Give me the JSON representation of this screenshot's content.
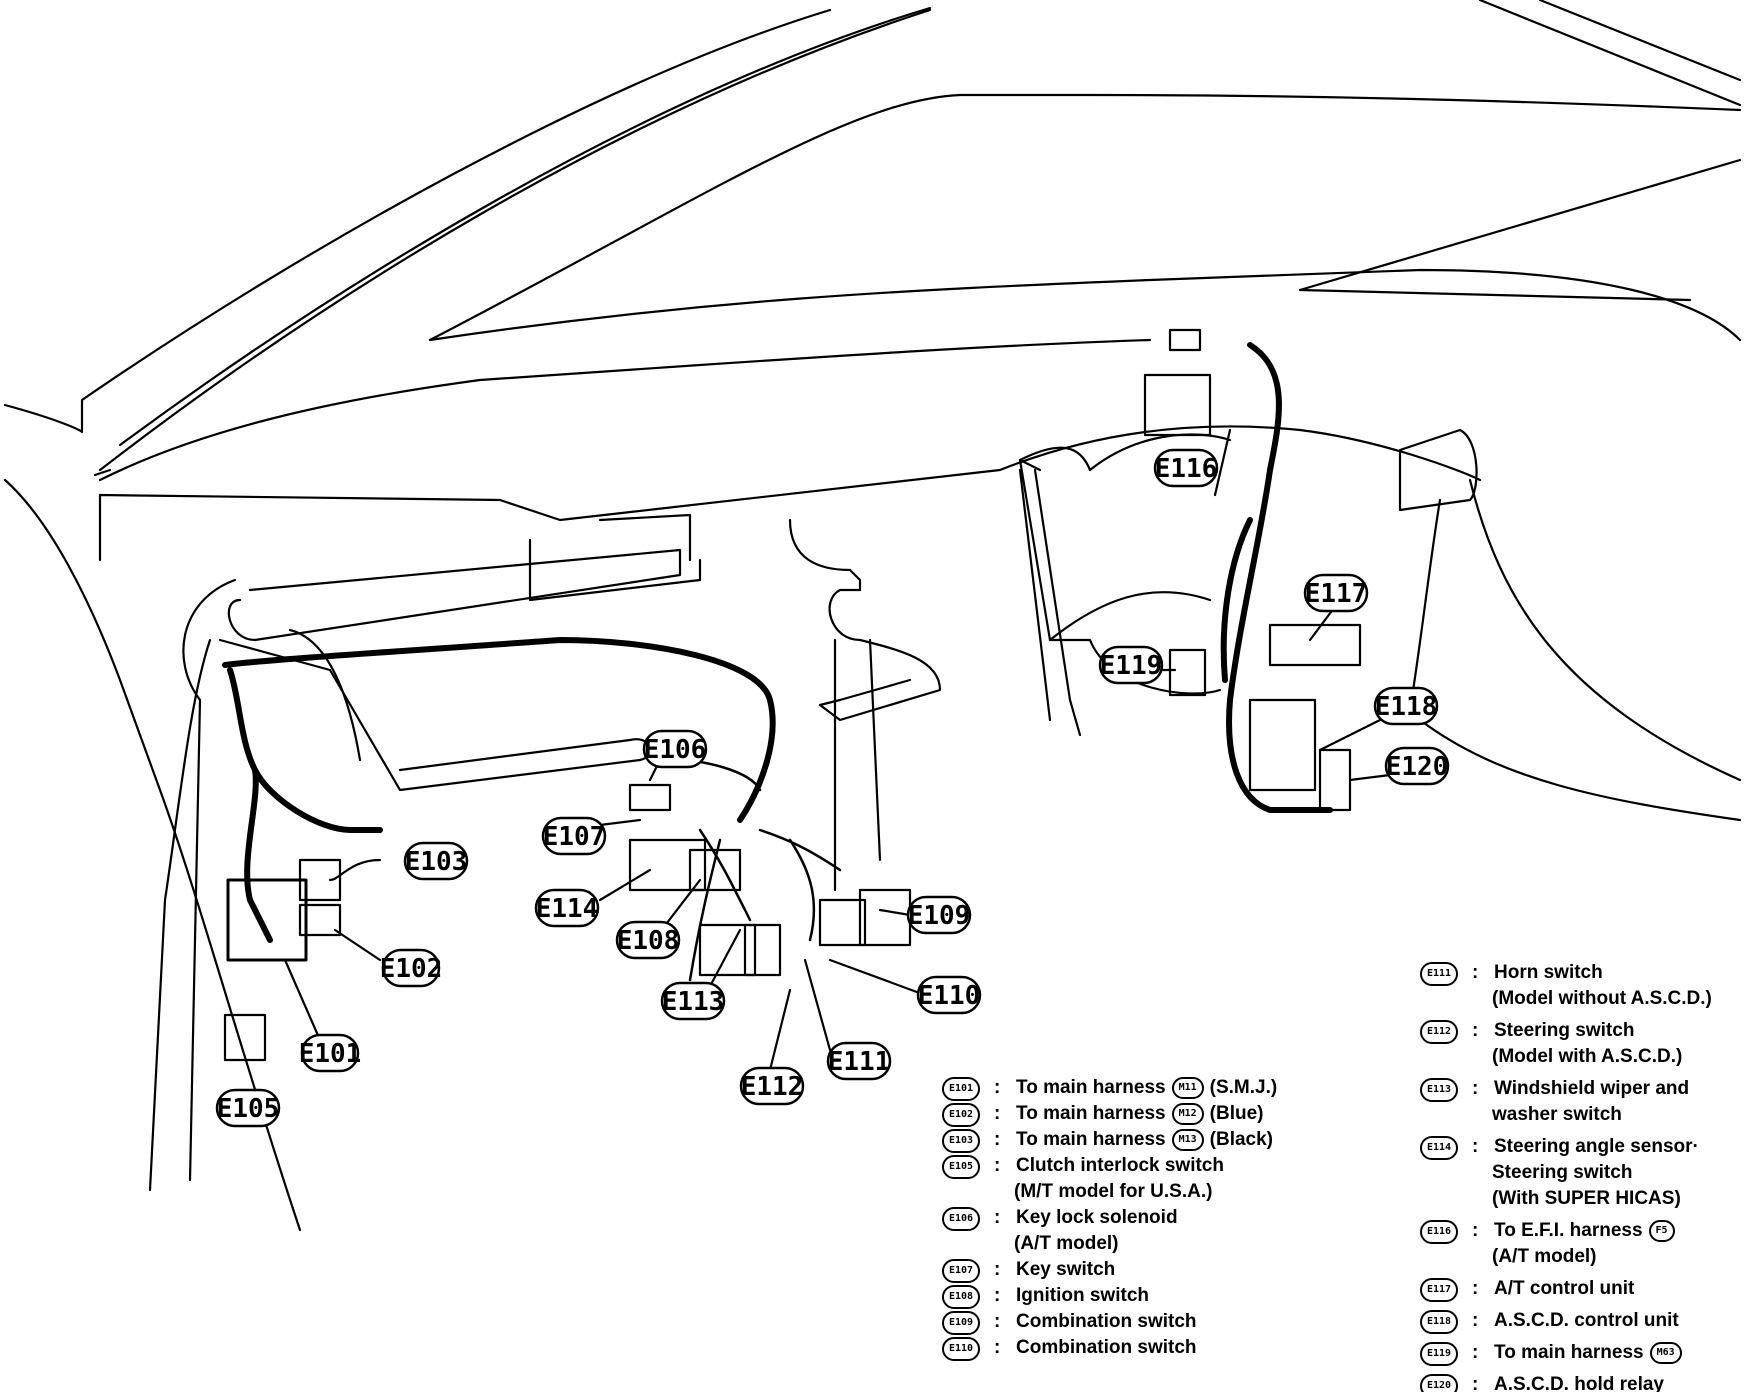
{
  "callouts": {
    "e101": "E101",
    "e102": "E102",
    "e103": "E103",
    "e105": "E105",
    "e106": "E106",
    "e107": "E107",
    "e108": "E108",
    "e109": "E109",
    "e110": "E110",
    "e111": "E111",
    "e112": "E112",
    "e113": "E113",
    "e114": "E114",
    "e116": "E116",
    "e117": "E117",
    "e118": "E118",
    "e119": "E119",
    "e120": "E120"
  },
  "legend_left": [
    {
      "code": "E101",
      "lines": [
        "To main harness",
        "(S.M.J.)"
      ],
      "ref": "M11"
    },
    {
      "code": "E102",
      "lines": [
        "To main harness",
        "(Blue)"
      ],
      "ref": "M12"
    },
    {
      "code": "E103",
      "lines": [
        "To main harness",
        "(Black)"
      ],
      "ref": "M13"
    },
    {
      "code": "E105",
      "lines": [
        "Clutch interlock switch",
        "(M/T model for U.S.A.)"
      ]
    },
    {
      "code": "E106",
      "lines": [
        "Key lock solenoid",
        "(A/T model)"
      ]
    },
    {
      "code": "E107",
      "lines": [
        "Key switch"
      ]
    },
    {
      "code": "E108",
      "lines": [
        "Ignition switch"
      ]
    },
    {
      "code": "E109",
      "lines": [
        "Combination switch"
      ]
    },
    {
      "code": "E110",
      "lines": [
        "Combination switch"
      ]
    }
  ],
  "legend_right": [
    {
      "code": "E111",
      "lines": [
        "Horn switch",
        "(Model without A.S.C.D.)"
      ]
    },
    {
      "code": "E112",
      "lines": [
        "Steering switch",
        "(Model with A.S.C.D.)"
      ]
    },
    {
      "code": "E113",
      "lines": [
        "Windshield wiper and",
        "washer switch"
      ]
    },
    {
      "code": "E114",
      "lines": [
        "Steering angle sensor·",
        "Steering switch",
        "(With SUPER HICAS)"
      ]
    },
    {
      "code": "E116",
      "lines": [
        "To E.F.I. harness",
        "(A/T model)"
      ],
      "ref": "F5"
    },
    {
      "code": "E117",
      "lines": [
        "A/T control unit"
      ]
    },
    {
      "code": "E118",
      "lines": [
        "A.S.C.D. control unit"
      ]
    },
    {
      "code": "E119",
      "lines": [
        "To main harness"
      ],
      "ref": "M63"
    },
    {
      "code": "E120",
      "lines": [
        "A.S.C.D. hold relay"
      ]
    }
  ],
  "colon": ":"
}
